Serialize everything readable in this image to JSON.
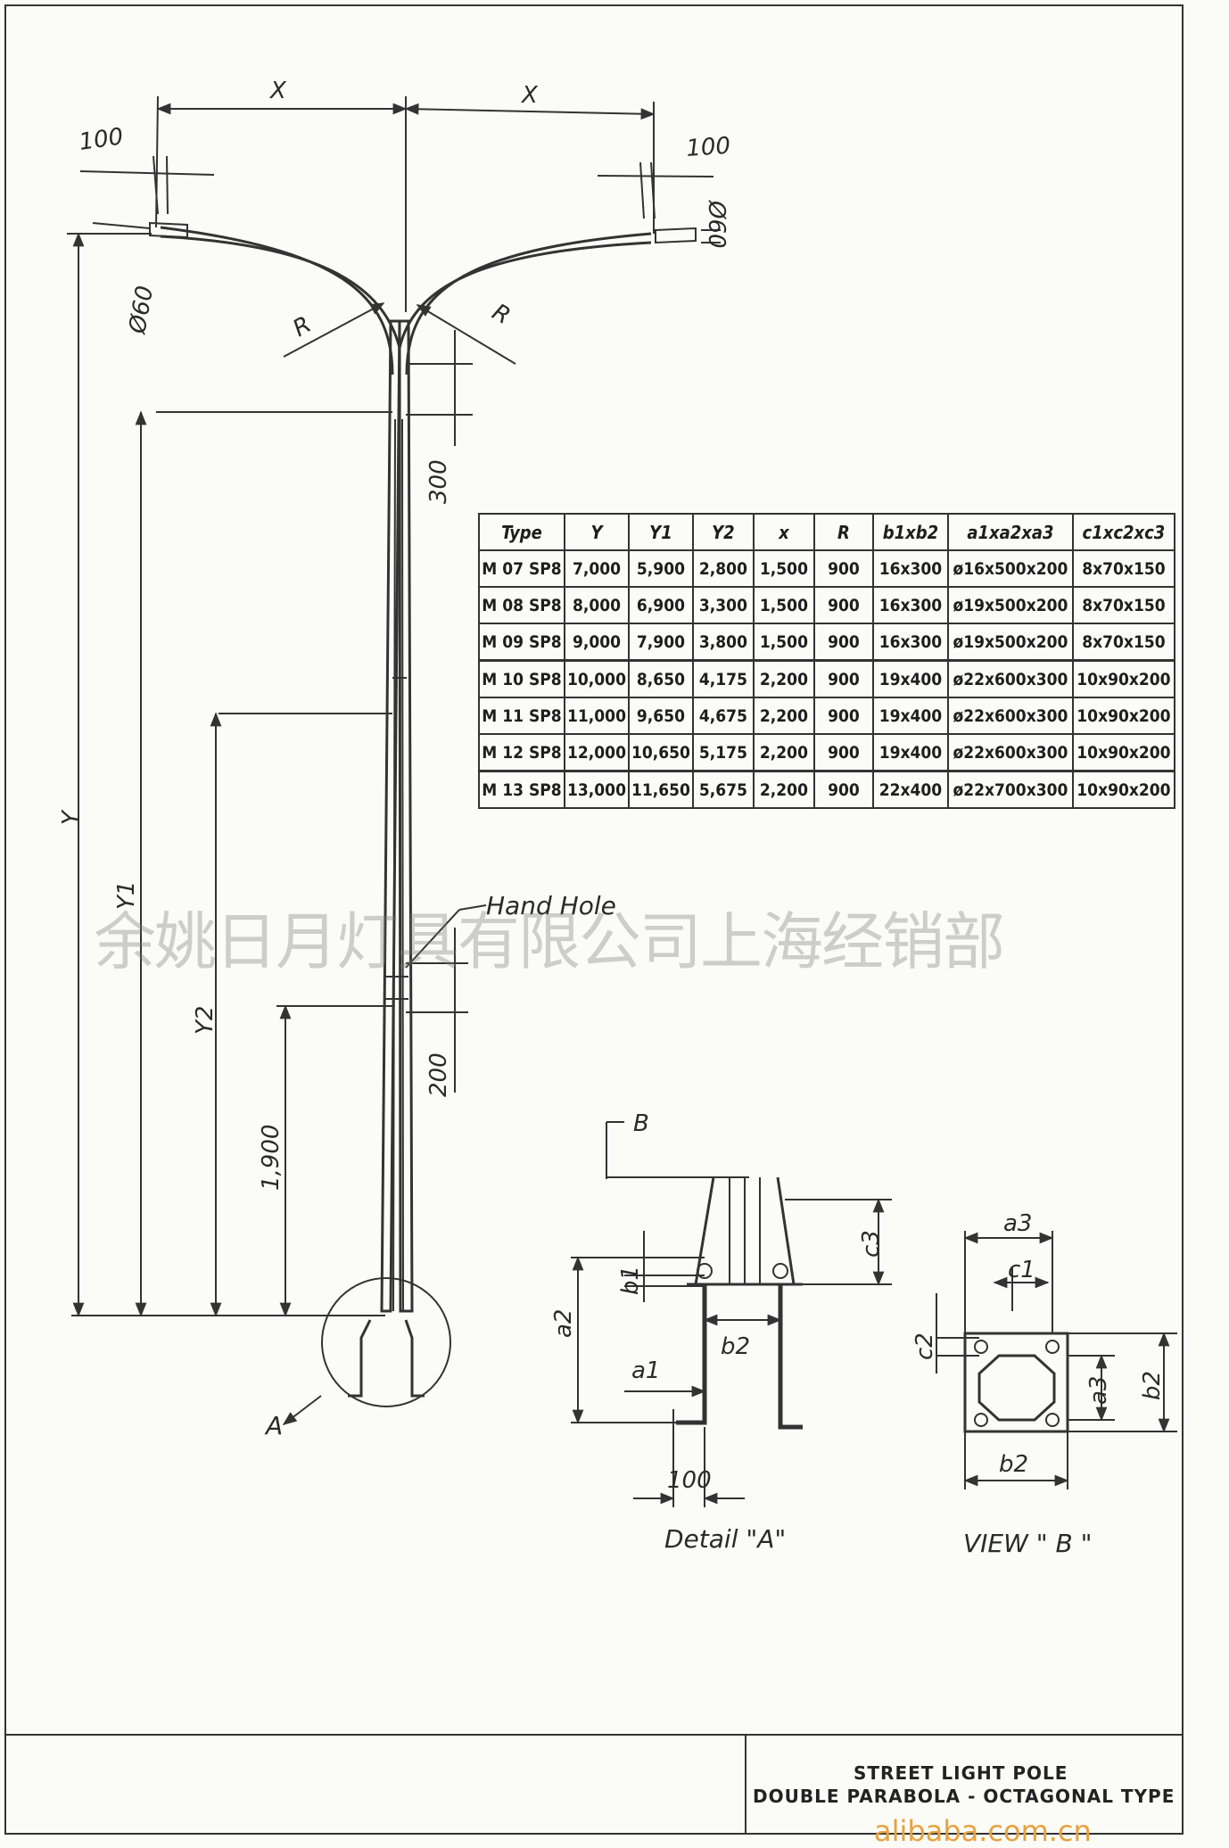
{
  "dimensions": {
    "x_left": "X",
    "x_right": "X",
    "tip_left": "100",
    "tip_right": "100",
    "dia_left": "Ø60",
    "dia_right": "Ø60",
    "r_left": "R",
    "r_right": "R",
    "d300": "300",
    "d200": "200",
    "d1900": "1,900",
    "y": "Y",
    "y1": "Y1",
    "y2": "Y2",
    "hand_hole": "Hand Hole",
    "detail_marker": "A"
  },
  "table": {
    "headers": [
      "Type",
      "Y",
      "Y1",
      "Y2",
      "x",
      "R",
      "b1xb2",
      "a1xa2xa3",
      "c1xc2xc3"
    ],
    "rows": [
      [
        "M 07 SP8",
        "7,000",
        "5,900",
        "2,800",
        "1,500",
        "900",
        "16x300",
        "ø16x500x200",
        "8x70x150"
      ],
      [
        "M 08 SP8",
        "8,000",
        "6,900",
        "3,300",
        "1,500",
        "900",
        "16x300",
        "ø19x500x200",
        "8x70x150"
      ],
      [
        "M 09 SP8",
        "9,000",
        "7,900",
        "3,800",
        "1,500",
        "900",
        "16x300",
        "ø19x500x200",
        "8x70x150"
      ],
      [
        "M 10 SP8",
        "10,000",
        "8,650",
        "4,175",
        "2,200",
        "900",
        "19x400",
        "ø22x600x300",
        "10x90x200"
      ],
      [
        "M 11 SP8",
        "11,000",
        "9,650",
        "4,675",
        "2,200",
        "900",
        "19x400",
        "ø22x600x300",
        "10x90x200"
      ],
      [
        "M 12 SP8",
        "12,000",
        "10,650",
        "5,175",
        "2,200",
        "900",
        "19x400",
        "ø22x600x300",
        "10x90x200"
      ],
      [
        "M 13 SP8",
        "13,000",
        "11,650",
        "5,675",
        "2,200",
        "900",
        "22x400",
        "ø22x700x300",
        "10x90x200"
      ]
    ]
  },
  "detail_a": {
    "b_marker": "B",
    "c3": "c3",
    "b1": "b1",
    "a2": "a2",
    "b2": "b2",
    "a1": "a1",
    "d100": "100",
    "caption": "Detail \"A\""
  },
  "view_b": {
    "a3_top": "a3",
    "c1": "c1",
    "c2": "c2",
    "a3_side": "a3",
    "b2_side": "b2",
    "b2_bottom": "b2",
    "caption": "VIEW \" B \""
  },
  "watermark": "余姚日月灯具有限公司上海经销部",
  "title_block": {
    "title": "STREET LIGHT POLE",
    "subtitle": "DOUBLE PARABOLA - OCTAGONAL TYPE"
  },
  "footer_brand": "alibaba.com.cn"
}
